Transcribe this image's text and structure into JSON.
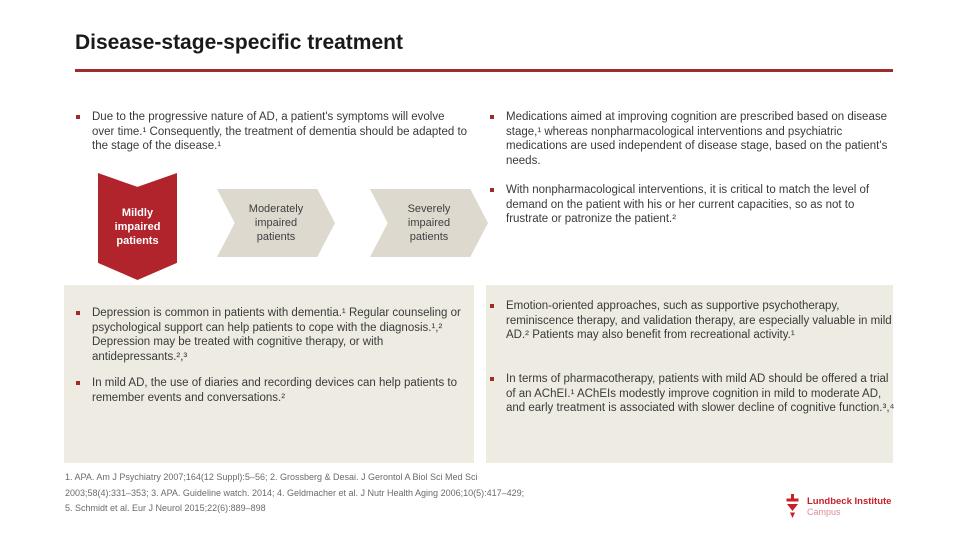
{
  "title": "Disease-stage-specific treatment",
  "left_column": {
    "top_bullet": "Due to the progressive nature of AD, a patient's symptoms will evolve over time.¹ Consequently, the treatment of dementia should be adapted to the stage of the disease.¹",
    "panel_bullets": [
      "Depression is common in patients with dementia.¹ Regular counseling or psychological support can help patients to cope with the diagnosis.¹,² Depression may be treated with cognitive therapy, or with antidepressants.²,³",
      "In mild AD, the use of diaries and recording devices can help patients to remember events and conversations.²"
    ]
  },
  "right_column": {
    "top_bullets": [
      "Medications aimed at improving cognition are prescribed based on disease stage,¹ whereas nonpharmacological interventions and psychiatric medications are used independent of disease stage, based on the patient's needs.",
      "With nonpharmacological interventions, it is critical to match the level of demand on the patient with his or her current capacities, so as not to frustrate or patronize the patient.²"
    ],
    "panel_bullets": [
      "Emotion-oriented approaches, such as supportive psychotherapy, reminiscence therapy, and validation therapy, are especially valuable in mild AD.² Patients may also benefit from recreational activity.¹",
      "In terms of pharmacotherapy, patients with mild AD should be offered a trial of an AChEI.¹ AChEIs modestly improve cognition in mild to moderate AD, and early treatment is associated with slower decline of cognitive function.³,⁴"
    ]
  },
  "diagram": {
    "stages": [
      {
        "label": "Mildly impaired patients",
        "fill": "#b1242b",
        "text_color": "#ffffff"
      },
      {
        "label": "Moderately impaired patients",
        "fill": "#ddd9cf",
        "text_color": "#3f3f3f"
      },
      {
        "label": "Severely impaired patients",
        "fill": "#ddd9cf",
        "text_color": "#3f3f3f"
      }
    ]
  },
  "references": {
    "lines": [
      "1. APA. Am J Psychiatry 2007;164(12 Suppl):5–56; 2. Grossberg & Desai. J Gerontol A Biol Sci Med Sci",
      "2003;58(4):331–353; 3. APA. Guideline watch. 2014; 4. Geldmacher et al. J Nutr Health Aging 2006;10(5):417–429;",
      "5. Schmidt et al. Eur J Neurol 2015;22(6):889–898"
    ]
  },
  "logo": {
    "line1": "Lundbeck Institute",
    "line2": "Campus"
  },
  "colors": {
    "accent_rule": "#9e2c2c",
    "highlight_red": "#b1242b",
    "panel_beige": "#edebe2",
    "stage_gray": "#ddd9cf",
    "body_text": "#3a3a3a",
    "reference_text": "#6b6b6b",
    "logo_red": "#c72127"
  }
}
